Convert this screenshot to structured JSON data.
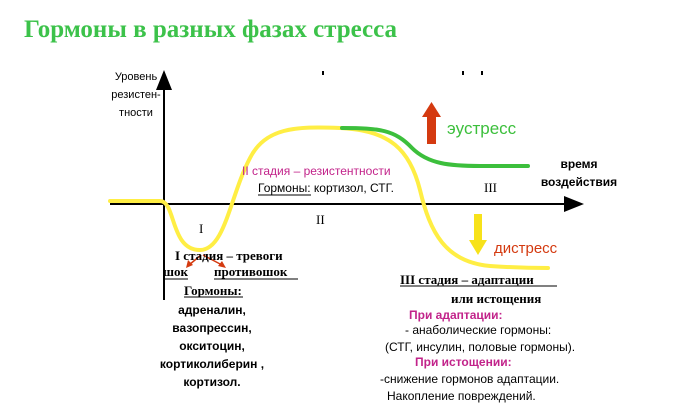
{
  "title": "Гормоны в разных фазах стресса",
  "axis": {
    "y_label": [
      "Уровень",
      "резистен-",
      "тности"
    ],
    "x_label": [
      "время",
      "воздействия"
    ]
  },
  "phases": {
    "p1_roman": "I",
    "p2_roman": "II",
    "p3_roman": "III",
    "stage1": {
      "title": "I стадия – тревоги",
      "shock": "шок",
      "antishock": "противошок",
      "hormones_title": "Гормоны:",
      "hormones": [
        "адреналин,",
        "вазопрессин,",
        "окситоцин,",
        "кортиколиберин ,",
        "кортизол."
      ]
    },
    "stage2": {
      "title": "II стадия – резистентности",
      "hormones_label": "Гормоны:",
      "hormones_text": " кортизол, СТГ."
    },
    "stage3": {
      "title_line1": "III стадия – адаптации",
      "title_line2": "или истощения",
      "adaptation_title": "При адаптации:",
      "adaptation_lines": [
        "-    анаболические гормоны:",
        "(СТГ, инсулин, половые гормоны)."
      ],
      "exhaustion_title": "При истощении:",
      "exhaustion_lines": [
        "-снижение гормонов адаптации.",
        "Накопление повреждений."
      ]
    }
  },
  "outcomes": {
    "eustress": "эустресс",
    "distress": "дистресс"
  },
  "colors": {
    "title": "#3cc24a",
    "curve_yellow": "#ffee44",
    "curve_green": "#3cbf3c",
    "eustress_arrow": "#d43a10",
    "distress_arrow": "#f7e21a",
    "stage_pink": "#c2238a",
    "axis": "#000000"
  }
}
